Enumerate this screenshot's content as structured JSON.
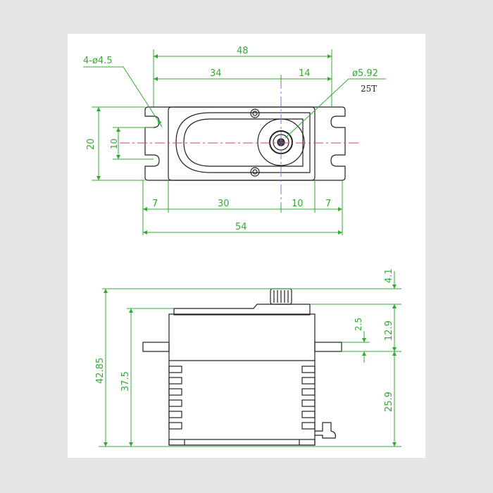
{
  "colors": {
    "background": "#e6e6e6",
    "sheet": "#ffffff",
    "dimension": "#33aa33",
    "outline": "#222222",
    "centerline": "#dd3399"
  },
  "top_view": {
    "hole_note": "4-ø4.5",
    "shaft_note": "ø5.92",
    "spline_note": "25T",
    "dim_overall_tabs": "48",
    "dim_body_to_shaft": "34",
    "dim_shaft_to_tab": "14",
    "dim_height": "20",
    "dim_tab_slot": "10",
    "dim_tab_left": "7",
    "dim_body_to_shaft_bottom": "30",
    "dim_shaft_to_body": "10",
    "dim_tab_right": "7",
    "dim_overall": "54"
  },
  "side_view": {
    "dim_spline_height": "4.1",
    "dim_total_height": "42.85",
    "dim_case_height": "37.5",
    "dim_tab_thickness": "2.5",
    "dim_top_to_tab": "12.9",
    "dim_tab_to_bottom": "25.9"
  }
}
